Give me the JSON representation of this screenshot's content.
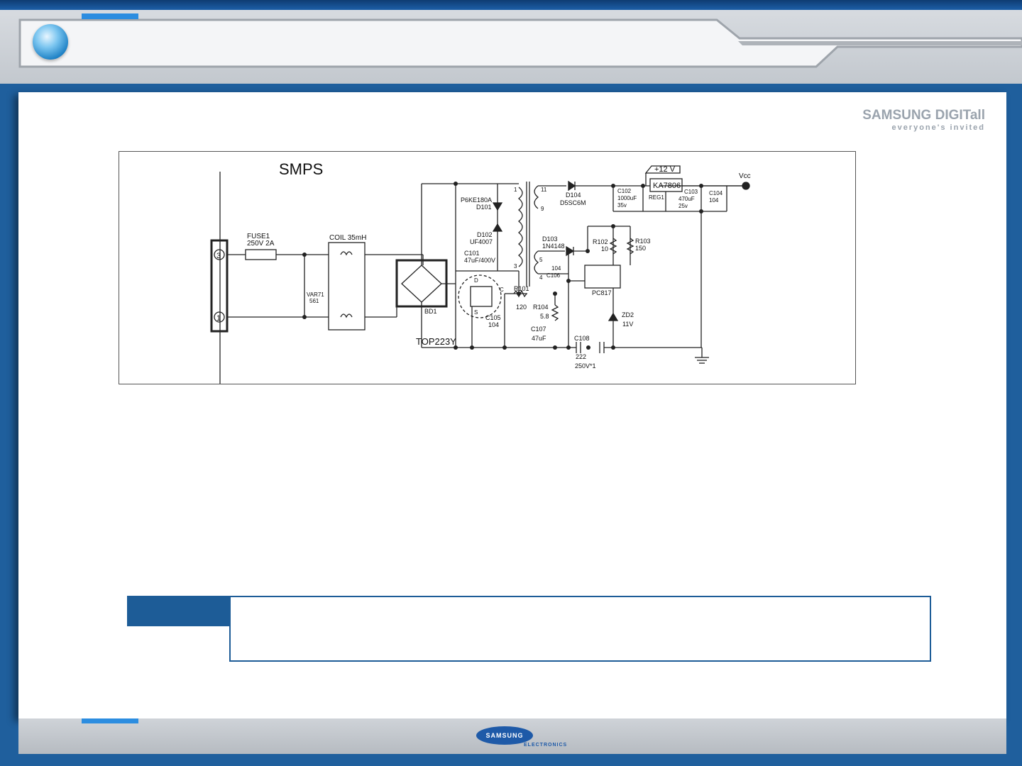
{
  "header": {
    "accent_color": "#2c8de0",
    "bar_color": "#1c5fa8"
  },
  "brand": {
    "line1": "SAMSUNG DIGITall",
    "line2": "everyone's invited"
  },
  "diagram": {
    "title": "SMPS",
    "labels": {
      "conn_top": "3",
      "conn_bottom": "1",
      "fuse_name": "FUSE1",
      "fuse_value": "250V 2A",
      "var_name": "VAR71",
      "var_value": "561",
      "coil": "COIL 35mH",
      "bridge": "BD1",
      "d101_part": "P6KE180A",
      "d101_name": "D101",
      "d102_name": "D102",
      "d102_part": "UF4007",
      "c101_name": "C101",
      "c101_value": "47uF/400V",
      "top": "TOP223Y",
      "pin_d": "D",
      "pin_s": "S",
      "pin_c": "C",
      "c105_name": "C105",
      "c105_value": "104",
      "r101_name": "R101",
      "r101_value": "120",
      "r104_name": "R104",
      "r104_value": "5.8",
      "c107_name": "C107",
      "c107_value": "47uF",
      "c108_name": "C108",
      "c108_value": "222",
      "c108_rating": "250V*1",
      "t_pin1": "1",
      "t_pin3": "3",
      "t_pin11": "11",
      "t_pin9": "9",
      "t_pin5": "5",
      "t_pin4": "4",
      "d104_name": "D104",
      "d104_part": "D5SC6M",
      "d103_name": "D103",
      "d103_part": "1N4148",
      "c106_value": "104",
      "c106_name": "C106",
      "c102_name": "C102",
      "c102_value": "1000uF",
      "c102_rating": "35v",
      "reg_part": "KA7806",
      "reg_name": "REG1",
      "plus12": "+12 V",
      "c103_name": "C103",
      "c103_value": "470uF",
      "c103_rating": "25v",
      "c104_name": "C104",
      "c104_value": "104",
      "vcc": "Vcc",
      "r102_name": "R102",
      "r102_value": "10",
      "r103_name": "R103",
      "r103_value": "150",
      "pc": "PC817",
      "zd2_name": "ZD2",
      "zd2_value": "11V"
    }
  },
  "footer": {
    "logo": "SAMSUNG",
    "sub": "ELECTRONICS"
  }
}
